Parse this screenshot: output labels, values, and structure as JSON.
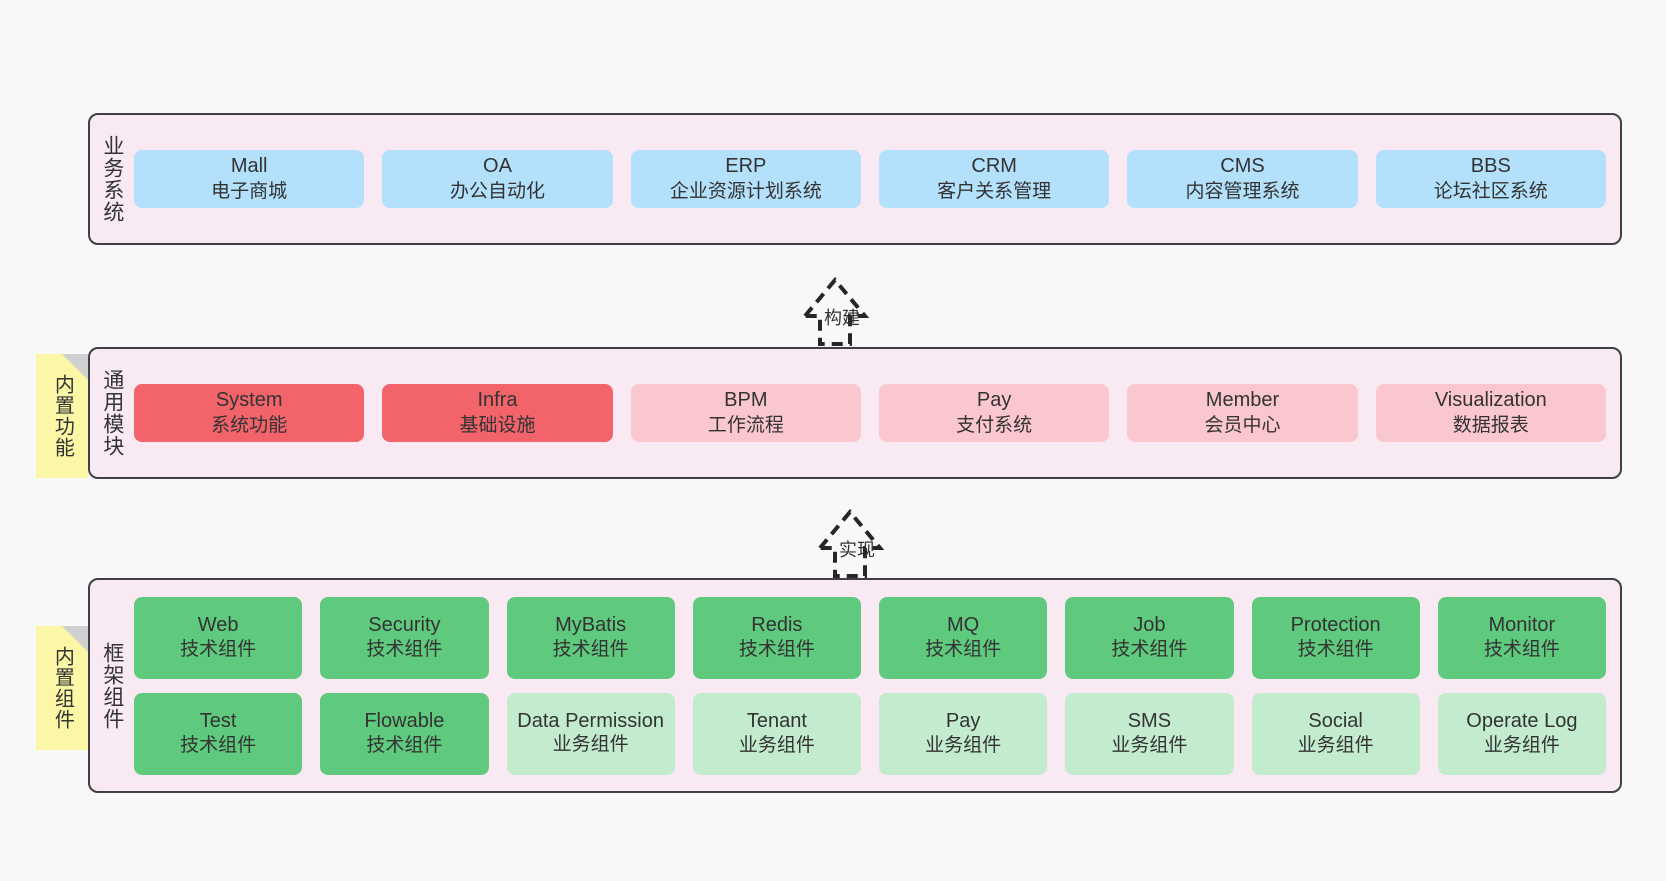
{
  "diagram": {
    "background_color": "#f8f8f8",
    "panel_color": "#f9e9f2",
    "note_color": "#fbf7a6"
  },
  "sections": {
    "business": {
      "title": "业务系统",
      "items": [
        {
          "en": "Mall",
          "cn": "电子商城"
        },
        {
          "en": "OA",
          "cn": "办公自动化"
        },
        {
          "en": "ERP",
          "cn": "企业资源计划系统"
        },
        {
          "en": "CRM",
          "cn": "客户关系管理"
        },
        {
          "en": "CMS",
          "cn": "内容管理系统"
        },
        {
          "en": "BBS",
          "cn": "论坛社区系统"
        }
      ]
    },
    "modules": {
      "title": "通用模块",
      "note": "内置功能",
      "items": [
        {
          "en": "System",
          "cn": "系统功能",
          "color": "red"
        },
        {
          "en": "Infra",
          "cn": "基础设施",
          "color": "red"
        },
        {
          "en": "BPM",
          "cn": "工作流程",
          "color": "pink"
        },
        {
          "en": "Pay",
          "cn": "支付系统",
          "color": "pink"
        },
        {
          "en": "Member",
          "cn": "会员中心",
          "color": "pink"
        },
        {
          "en": "Visualization",
          "cn": "数据报表",
          "color": "pink"
        }
      ]
    },
    "framework": {
      "title": "框架组件",
      "note": "内置组件",
      "row1": [
        {
          "en": "Web",
          "cn": "技术组件"
        },
        {
          "en": "Security",
          "cn": "技术组件"
        },
        {
          "en": "MyBatis",
          "cn": "技术组件"
        },
        {
          "en": "Redis",
          "cn": "技术组件"
        },
        {
          "en": "MQ",
          "cn": "技术组件"
        },
        {
          "en": "Job",
          "cn": "技术组件"
        },
        {
          "en": "Protection",
          "cn": "技术组件"
        },
        {
          "en": "Monitor",
          "cn": "技术组件"
        }
      ],
      "row2": [
        {
          "en": "Test",
          "cn": "技术组件",
          "color": "green"
        },
        {
          "en": "Flowable",
          "cn": "技术组件",
          "color": "green"
        },
        {
          "en": "Data Permission",
          "cn": "业务组件",
          "color": "lightgreen"
        },
        {
          "en": "Tenant",
          "cn": "业务组件",
          "color": "lightgreen"
        },
        {
          "en": "Pay",
          "cn": "业务组件",
          "color": "lightgreen"
        },
        {
          "en": "SMS",
          "cn": "业务组件",
          "color": "lightgreen"
        },
        {
          "en": "Social",
          "cn": "业务组件",
          "color": "lightgreen"
        },
        {
          "en": "Operate Log",
          "cn": "业务组件",
          "color": "lightgreen"
        }
      ]
    }
  },
  "connectors": [
    {
      "label": "构建"
    },
    {
      "label": "实现"
    }
  ]
}
